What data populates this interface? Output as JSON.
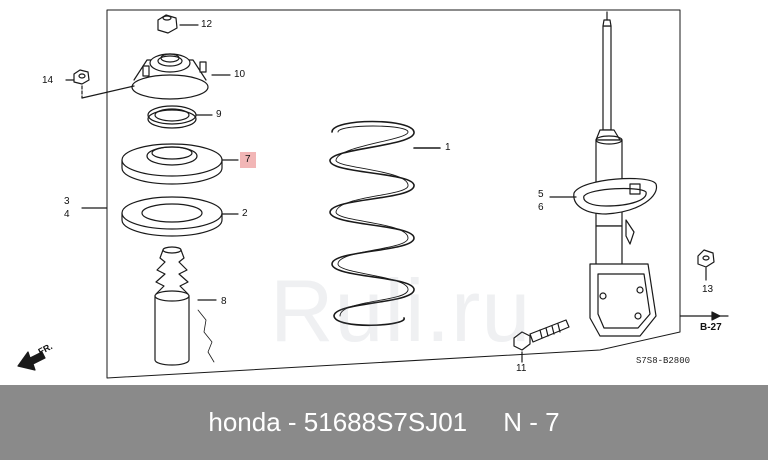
{
  "callouts": {
    "c1": "1",
    "c2": "2",
    "c3": "3",
    "c4": "4",
    "c5": "5",
    "c6": "6",
    "c7": "7",
    "c8": "8",
    "c9": "9",
    "c10": "10",
    "c11": "11",
    "c12": "12",
    "c13": "13",
    "c14": "14"
  },
  "reference": "B-27",
  "diagram_code": "S7S8-B2800",
  "front_marker": "FR.",
  "watermark": "Ruli.ru",
  "caption": "honda - 51688S7SJ01     N - 7",
  "colors": {
    "highlight": "#f2b6b6",
    "caption_bar": "#8a8a8a"
  }
}
